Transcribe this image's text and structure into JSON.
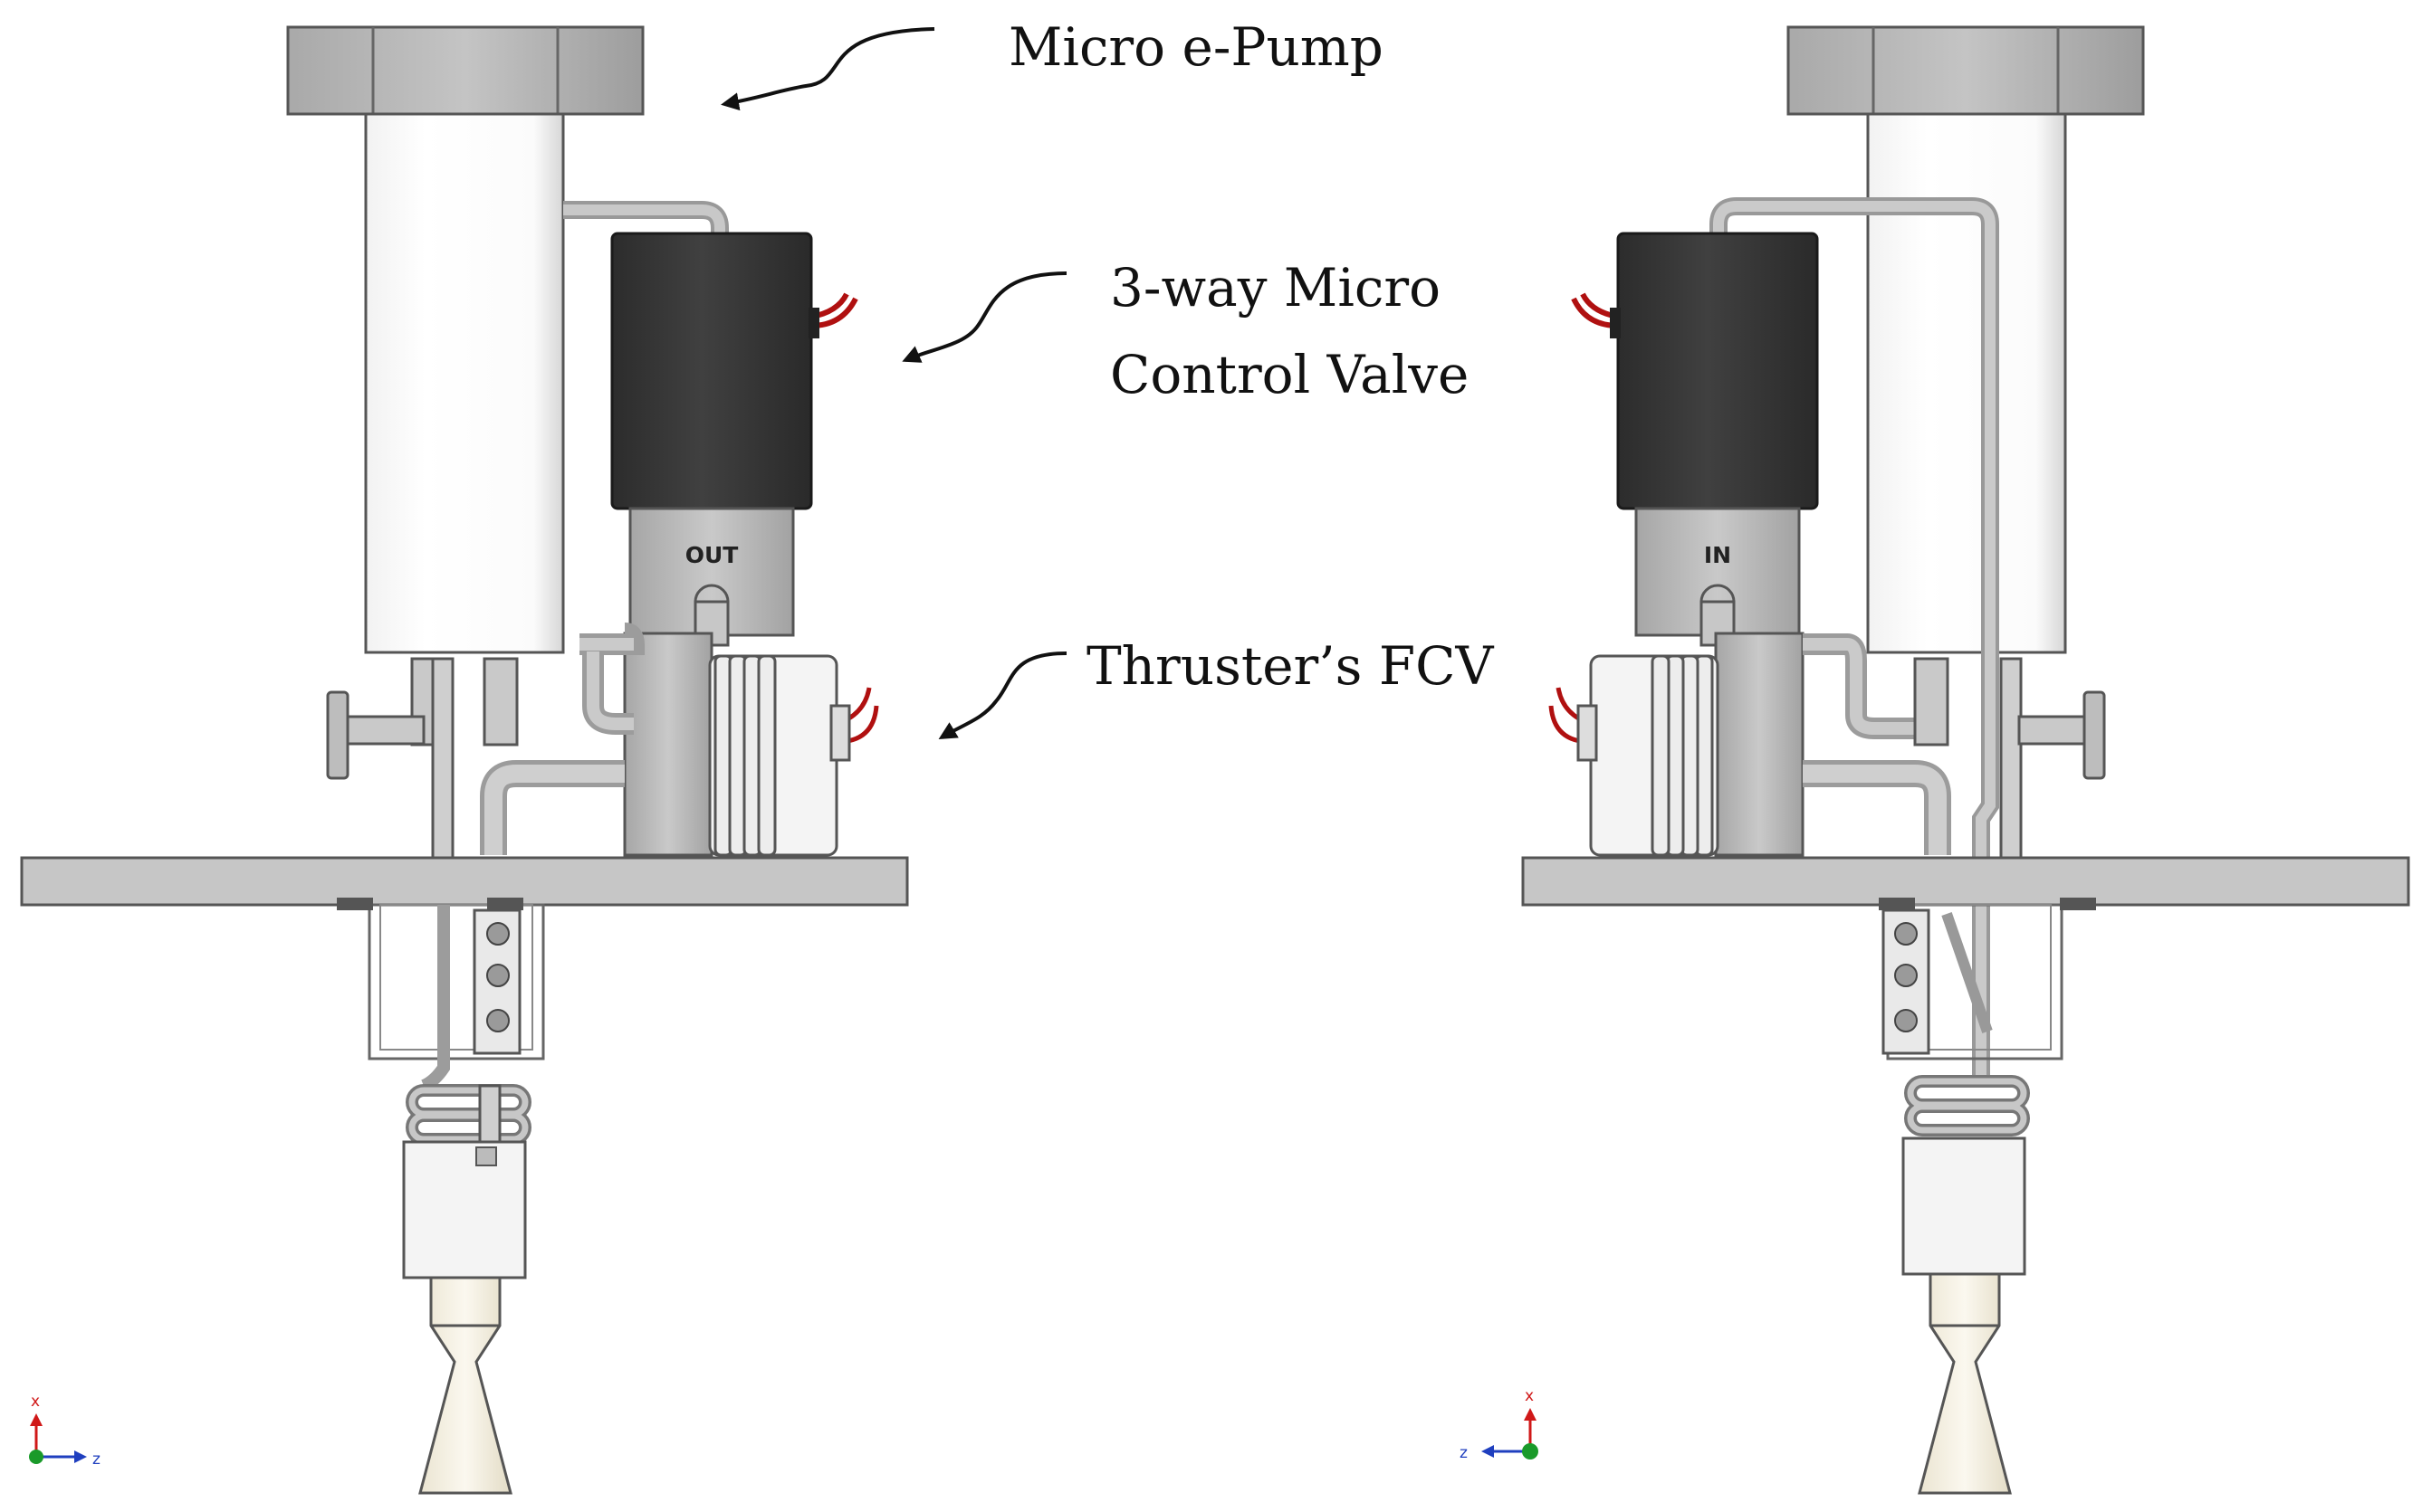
{
  "labels": {
    "pump": "Micro e-Pump",
    "valve_line1": "3-way Micro",
    "valve_line2": "Control Valve",
    "fcv": "Thruster’s FCV"
  },
  "port_stamps": {
    "left_view": "OUT",
    "right_view": "IN"
  },
  "triads": {
    "left": {
      "up": "x",
      "side": "z"
    },
    "right": {
      "up": "x",
      "side": "z"
    }
  },
  "colors": {
    "metal": "#b9b9b9",
    "metal_dark": "#8e8e8e",
    "pump_body": "#ffffff",
    "valve_coil": "#3a3a3a",
    "nozzle": "#f4efe0",
    "axis_x": "#d01818",
    "axis_z": "#1f3fbf",
    "axis_origin": "#1a9a2a"
  }
}
